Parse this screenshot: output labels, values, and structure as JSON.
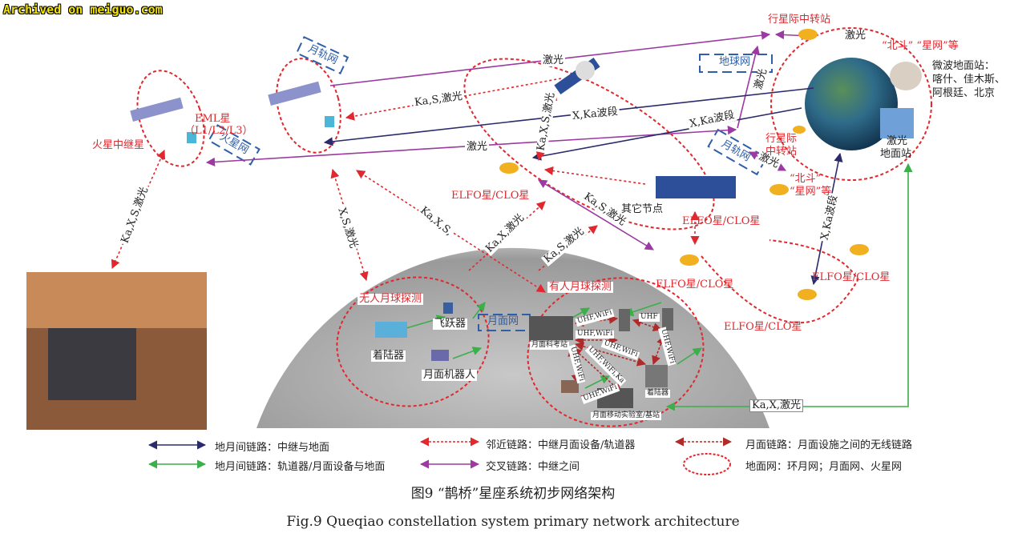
{
  "watermark": "Archived on meiguo.com",
  "colors": {
    "earth_moon_relay": "#2b2a6b",
    "earth_moon_orbiter": "#3cae4a",
    "proximity": "#e0282e",
    "cross": "#9b3aa0",
    "surface": "#b02a2a",
    "network": "#e0282e",
    "netbox": "#2f5fa8"
  },
  "nodes": {
    "mars_relay": "火星中继星",
    "eml_1": "EML星",
    "eml_2": "（L1/L2/L3）",
    "interplanetary_top": "行星际中转站",
    "interplanetary_mid_1": "行星际",
    "interplanetary_mid_2": "中转站",
    "beidou_top": "“北斗” “星网”等",
    "beidou_mid_1": "“北斗”",
    "beidou_mid_2": "“星网”等",
    "microwave_1": "微波地面站：",
    "microwave_2": "喀什、佳木斯、",
    "microwave_3": "阿根廷、北京",
    "laser_station_1": "激光",
    "laser_station_2": "地面站",
    "other_nodes": "其它节点",
    "elfo": [
      "ELFO星/CLO星",
      "ELFO星/CLO星",
      "ELFO星/CLO星",
      "ELFO星/CLO星",
      "ELFO星/CLO星"
    ],
    "unmanned": "无人月球探测",
    "hopper": "飞跃器",
    "lander": "着陆器",
    "robot": "月面机器人",
    "manned": "有人月球探测",
    "station": "月面科考站",
    "lander2": "着陆器",
    "mobile_lab": "月面移动实验室/基站"
  },
  "networks": {
    "lunar_orbit_1": "月轨网",
    "lunar_orbit_2": "月轨网",
    "mars_net": "火星网",
    "earth_net": "地球网",
    "surface_net": "月面网"
  },
  "links": {
    "laser_top": "激光",
    "laser_mid": "激光",
    "kas_laser": "Ka,S,激光",
    "xka_1": "X,Ka波段",
    "xka_2": "X,Ka波段",
    "kaxs_laser_vert": "Ka,X,S,激光",
    "laser_up": "激光",
    "laser_side": "激光",
    "laser_mid2": "激光",
    "mars_link": "Ka,X,S,激光",
    "xs_laser": "X,S,激光",
    "kaxs": "Ka,X,S,",
    "kax_laser": "Ka,X,激光",
    "kas_laser2": "Ka,S,激光",
    "kas_laser3": "Ka,S,激光",
    "xka_3": "X,Ka波段",
    "kax_laser_green": "Ka,X,激光",
    "uhf_wifi_1": "UHF,WiFi",
    "uhf": "UHF",
    "uhf_wifi_2": "UHF,WiFi",
    "uhf_wifi_3": "UHF,WiFi",
    "uhf_wifi_ka": "UHF,WiFi,Ka",
    "uhf_wifi_4": "UHF,WiFi",
    "uhf_wifi_5": "UHF,WiFi",
    "uhf_wifi_6": "UHF,WiFi"
  },
  "legend": [
    {
      "label": "地月间链路：中继与地面",
      "style": "earth_moon_relay"
    },
    {
      "label": "邻近链路：中继月面设备/轨道器",
      "style": "proximity"
    },
    {
      "label": "月面链路：月面设施之间的无线链路",
      "style": "surface"
    },
    {
      "label": "地月间链路：轨道器/月面设备与地面",
      "style": "earth_moon_orbiter"
    },
    {
      "label": "交叉链路：中继之间",
      "style": "cross"
    },
    {
      "label": "地面网：环月网；月面网、火星网",
      "style": "network"
    }
  ],
  "caption_cn": "图9 “鹊桥”星座系统初步网络架构",
  "caption_en": "Fig.9    Queqiao constellation system primary network architecture"
}
